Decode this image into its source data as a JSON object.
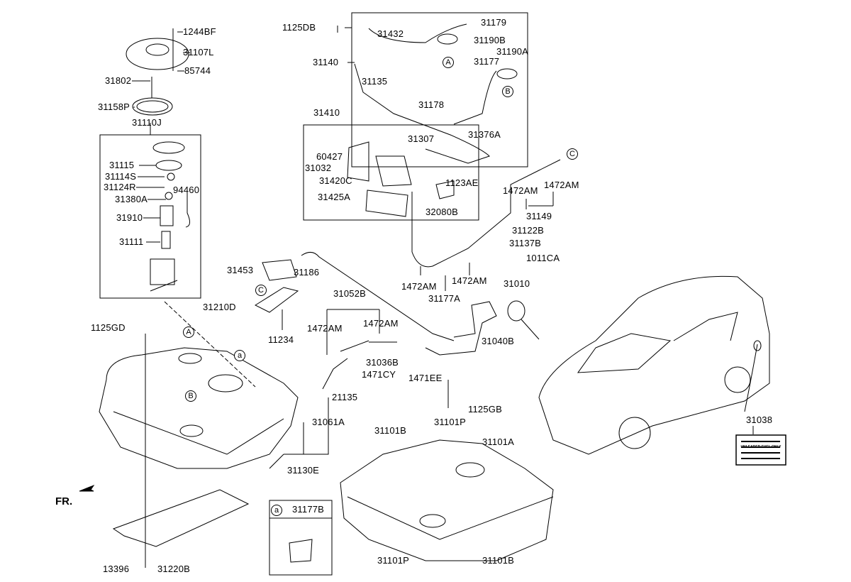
{
  "labels": [
    "1244BF",
    "31107L",
    "85744",
    "31802",
    "31158P",
    "31110J",
    "31115",
    "31114S",
    "31124R",
    "31380A",
    "94460",
    "31910",
    "31111",
    "1125DB",
    "31179",
    "31432",
    "31190B",
    "31190A",
    "31140",
    "31177",
    "31135",
    "31178",
    "31410",
    "31307",
    "31376A",
    "60427",
    "31032",
    "31420C",
    "1123AE",
    "31425A",
    "32080B",
    "1472AM",
    "1472AM",
    "31149",
    "31122B",
    "31137B",
    "1011CA",
    "31453",
    "31186",
    "31210D",
    "31010",
    "31052B",
    "1472AM",
    "1472AM",
    "31177A",
    "1125GD",
    "11234",
    "1472AM",
    "1472AM",
    "31040B",
    "31036B",
    "1471CY",
    "1471EE",
    "21135",
    "31061A",
    "1125GB",
    "31130E",
    "31101B",
    "31101P",
    "31101A",
    "31038",
    "31177B",
    "31101P",
    "31101B",
    "13396",
    "31220B"
  ],
  "callouts": [
    "A",
    "A",
    "B",
    "B",
    "C",
    "C",
    "a",
    "a"
  ],
  "front_label": "FR.",
  "fuel_label_sticker": "UNLEADED FUEL ONLY"
}
